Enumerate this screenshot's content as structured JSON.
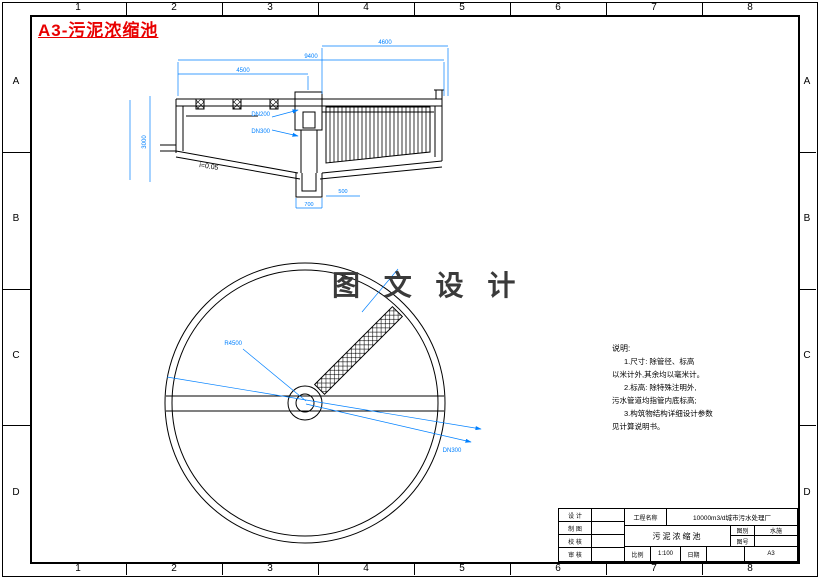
{
  "frame": {
    "cols": [
      "1",
      "2",
      "3",
      "4",
      "5",
      "6",
      "7",
      "8"
    ],
    "rows": [
      "A",
      "B",
      "C",
      "D"
    ]
  },
  "title": "A3-污泥浓缩池",
  "watermark": "图 文 设 计",
  "dims": {
    "top_right": "4600",
    "overall": "9400",
    "half": "4500",
    "left_v": "3000",
    "pit": "700",
    "pit_r": "500",
    "slope": "i=0.05",
    "pipe_top": "DN200",
    "pipe_bottom": "DN300",
    "radius": "R4500",
    "plan_pipe": "DN300"
  },
  "notes": {
    "title": "说明:",
    "lines": [
      "1.尺寸: 除管径、标高",
      "以米计外,其余均以毫米计。",
      "2.标高: 除特殊注明外,",
      "污水管道均指管内底标高;",
      "3.构筑物结构详细设计参数",
      "见计算说明书。"
    ]
  },
  "titleblock": {
    "rows": [
      "设 计",
      "制 图",
      "校 核",
      "审 核"
    ],
    "project_label": "工程名称",
    "project_name": "10000m3/d城市污水处理厂",
    "drawing_name": "污泥浓缩池",
    "type_label": "图别",
    "type_value": "水施",
    "no_label": "图号",
    "no_value": "",
    "scale_label": "比例",
    "scale_value": "1:100",
    "date_label": "日期",
    "sheet": "A3"
  }
}
